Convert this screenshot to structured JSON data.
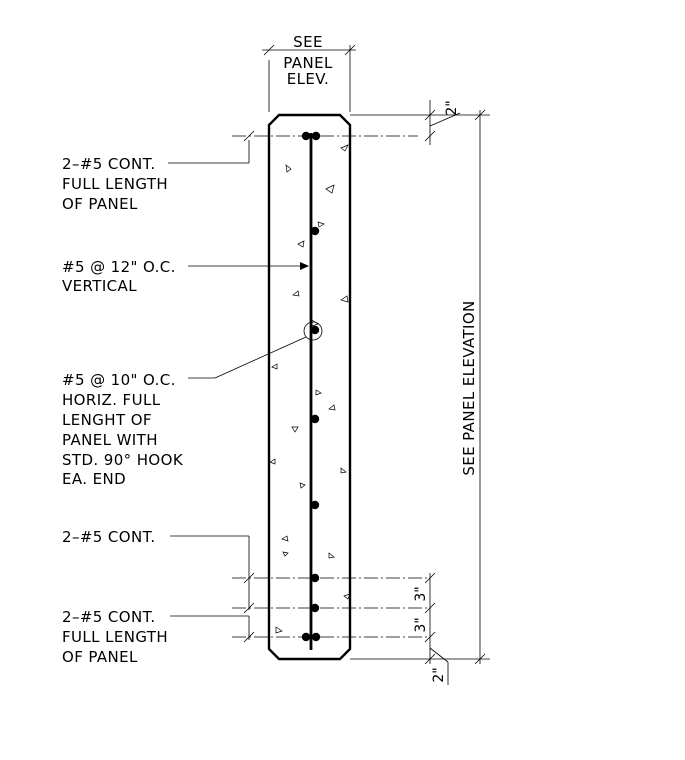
{
  "top_dimension": {
    "line1": "SEE",
    "line2": "PANEL",
    "line3": "ELEV."
  },
  "side_dimension": {
    "label": "SEE PANEL ELEVATION"
  },
  "dimensions": {
    "top_cover": "2\"",
    "bottom_cover": "2\"",
    "upper_spacing": "3\"",
    "lower_spacing": "3\""
  },
  "callouts": {
    "top_bars": {
      "lines": [
        "2–#5 CONT.",
        "FULL LENGTH",
        "OF PANEL"
      ]
    },
    "vertical_bars": {
      "lines": [
        "#5 @ 12\" O.C.",
        "VERTICAL"
      ]
    },
    "horizontal_bars": {
      "lines": [
        "#5 @ 10\" O.C.",
        "HORIZ. FULL",
        "LENGHT OF",
        "PANEL WITH",
        "STD. 90° HOOK",
        "EA. END"
      ]
    },
    "middle_bars": {
      "lines": [
        "2–#5 CONT."
      ]
    },
    "bottom_bars": {
      "lines": [
        "2–#5 CONT.",
        "FULL LENGTH",
        "OF PANEL"
      ]
    }
  }
}
